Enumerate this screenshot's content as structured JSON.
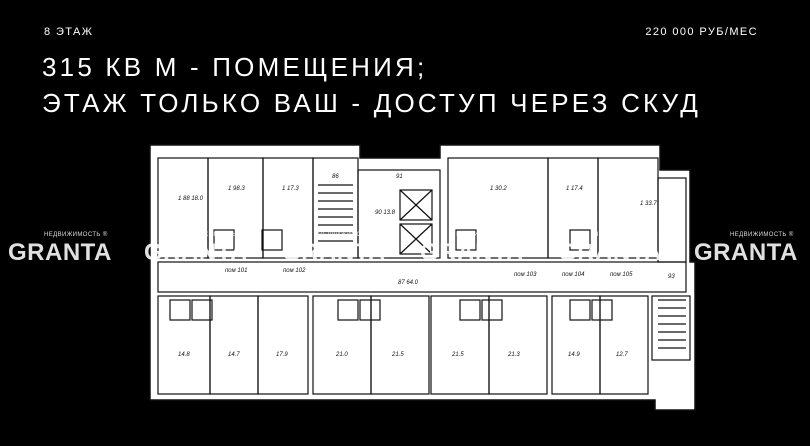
{
  "header": {
    "floor": "8 ЭТАЖ",
    "price": "220 000 РУБ/МЕС",
    "line1": "315 КВ М - ПОМЕЩЕНИЯ;",
    "line2": "ЭТАЖ ТОЛЬКО ВАШ - ДОСТУП ЧЕРЕЗ СКУД"
  },
  "watermark": {
    "sub": "НЕДВИЖИМОСТЬ ®",
    "main": "GRANTA"
  },
  "plan": {
    "top_rooms": [
      "1 88 18.0",
      "1 98.3",
      "1 17.3",
      "86",
      "91",
      "90 13.8",
      "1 30.2",
      "1 17.4",
      "1 33.7"
    ],
    "corridor": [
      "пом 101",
      "пом 102",
      "87 64.0",
      "пом 103",
      "пом 104",
      "пом 105",
      "93"
    ],
    "bottom_rooms": [
      "14.8",
      "14.7",
      "17.9",
      "21.0",
      "21.5",
      "21.5",
      "21.3",
      "14.9",
      "12.7"
    ]
  },
  "colors": {
    "background": "#000000",
    "text": "#ffffff",
    "plan_paper": "#ffffff",
    "plan_line": "#111111"
  }
}
